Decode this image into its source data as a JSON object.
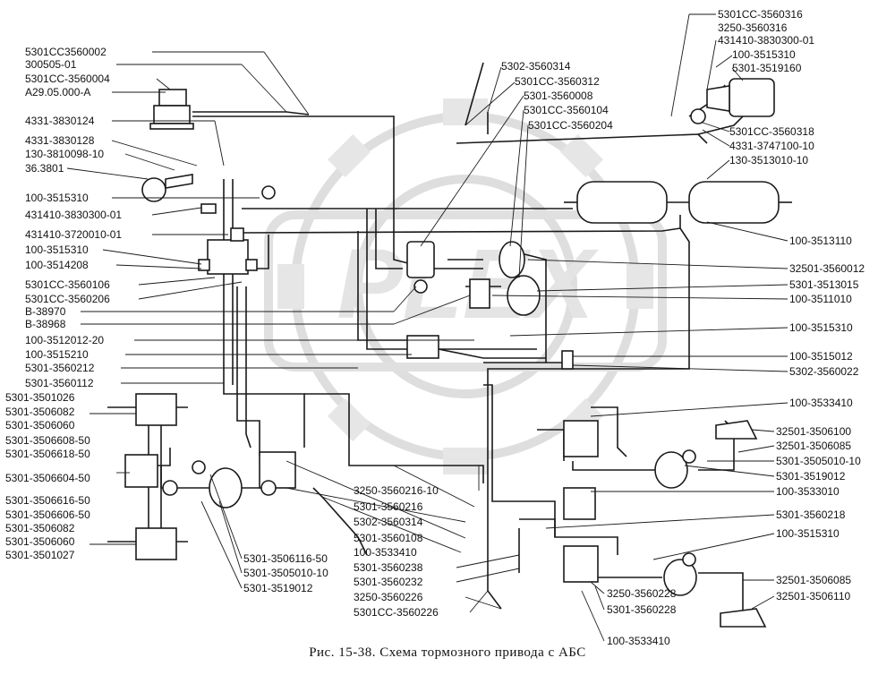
{
  "caption": "Рис. 15-38. Схема тормозного привода с АБС",
  "watermark": "PLEX",
  "colors": {
    "line": "#1a1a1a",
    "watermark": "#dcdcdc",
    "background": "#ffffff"
  },
  "labels": {
    "topleft": [
      "5301CC3560002",
      "300505-01",
      "5301CC-3560004",
      "A29.05.000-A"
    ],
    "left_mid": [
      "4331-3830124",
      "4331-3830128",
      "130-3810098-10",
      "36.3801",
      "100-3515310",
      "431410-3830300-01",
      "431410-3720010-01",
      "100-3515310",
      "100-3514208",
      "5301CC-3560106",
      "5301CC-3560206",
      "B-38970",
      "B-38968",
      "100-3512012-20",
      "100-3515210",
      "5301-3560212",
      "5301-3560112"
    ],
    "axle_left": [
      "5301-3501026",
      "5301-3506082",
      "5301-3506060",
      "5301-3506608-50",
      "5301-3506618-50",
      "5301-3506604-50",
      "5301-3506616-50",
      "5301-3506606-50",
      "5301-3506082",
      "5301-3506060",
      "5301-3501027"
    ],
    "top_center": [
      "5302-3560314",
      "5301CC-3560312",
      "5301-3560008",
      "5301CC-3560104",
      "5301CC-3560204"
    ],
    "top_right": [
      "5301CC-3560316",
      "3250-3560316",
      "431410-3830300-01",
      "100-3515310",
      "5301-3519160",
      "5301CC-3560318",
      "4331-3747100-10",
      "130-3513010-10"
    ],
    "right_mid": [
      "100-3513110",
      "32501-3560012",
      "5301-3513015",
      "100-3511010",
      "100-3515310",
      "100-3515012",
      "5302-3560022"
    ],
    "right_low": [
      "100-3533410",
      "32501-3506100",
      "32501-3506085",
      "5301-3505010-10",
      "5301-3519012",
      "100-3533010",
      "5301-3560218",
      "100-3515310",
      "32501-3506085",
      "32501-3506110"
    ],
    "bottom_center": [
      "3250-3560216-10",
      "5301-3560216",
      "5302-3560314",
      "5301-3560108",
      "100-3533410",
      "5301-3560238",
      "5301-3560232",
      "3250-3560226",
      "5301CC-3560226"
    ],
    "bottom_left": [
      "5301-3506116-50",
      "5301-3505010-10",
      "5301-3519012"
    ],
    "bottom_right": [
      "3250-3560228",
      "5301-3560228",
      "100-3533410"
    ]
  }
}
